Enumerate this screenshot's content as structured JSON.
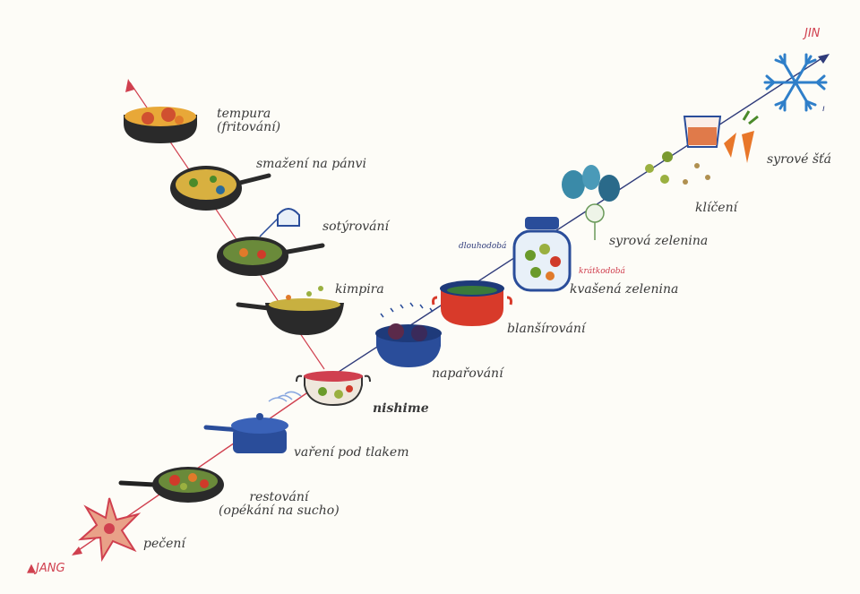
{
  "axis": {
    "yin_label": "JIN",
    "yang_label": "JANG"
  },
  "colors": {
    "yin_axis": "#2f3b7a",
    "yang_axis": "#d0404f",
    "label_text": "#3a3a3a",
    "yin_text": "#d0404f"
  },
  "left_branch": [
    {
      "id": "tempura",
      "line1": "tempura",
      "line2": "(fritování)"
    },
    {
      "id": "pan-fry",
      "line1": "smažení na pánvi"
    },
    {
      "id": "sauteing",
      "line1": "sotýrování"
    },
    {
      "id": "kinpira",
      "line1": "kimpira"
    }
  ],
  "main_axis": [
    {
      "id": "baking",
      "line1": "pečení"
    },
    {
      "id": "roasting",
      "line1": "restování",
      "line2": "(opékání na sucho)"
    },
    {
      "id": "pressure",
      "line1": "vaření pod tlakem"
    },
    {
      "id": "nishime",
      "line1": "nishime"
    },
    {
      "id": "steaming",
      "line1": "napařování"
    },
    {
      "id": "blanching",
      "line1": "blanšírování"
    },
    {
      "id": "fermented",
      "line1": "kvašená zelenina"
    },
    {
      "id": "raw-veg",
      "line1": "syrová zelenina"
    },
    {
      "id": "sprouting",
      "line1": "klíčení"
    },
    {
      "id": "raw-juice",
      "line1": "syrové šťá"
    }
  ],
  "notes": {
    "long_term": "dlouhodobá",
    "short_term": "krátkodobá",
    "edge_mark": "ı"
  }
}
